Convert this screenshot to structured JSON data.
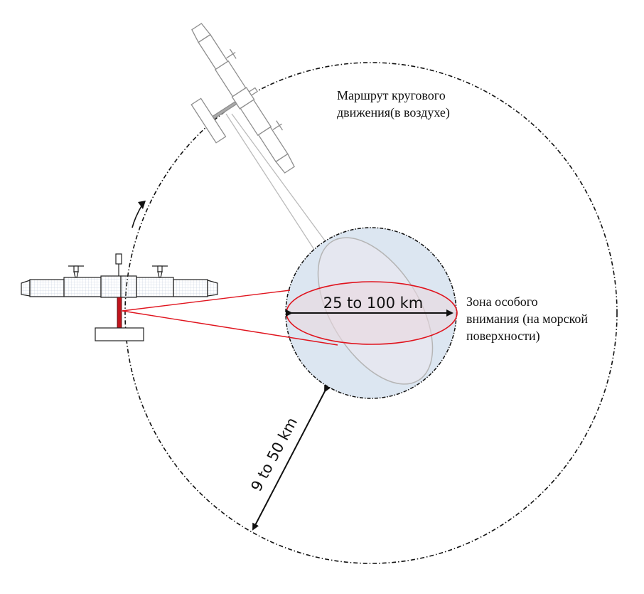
{
  "labels": {
    "route_line1": "Маршрут кругового",
    "route_line2": "движения(в воздухе)",
    "zone_line1": "Зона особого",
    "zone_line2": "внимания (на морской",
    "zone_line3": "поверхности)",
    "width_label": "25 to 100 km",
    "distance_label": "9 to 50 km"
  },
  "colors": {
    "zone_fill": "#dce6f1",
    "beam_red": "#e0141e",
    "mast_red": "#c0141c",
    "outline": "#111111",
    "faded_plane": "#9a9a9a"
  }
}
